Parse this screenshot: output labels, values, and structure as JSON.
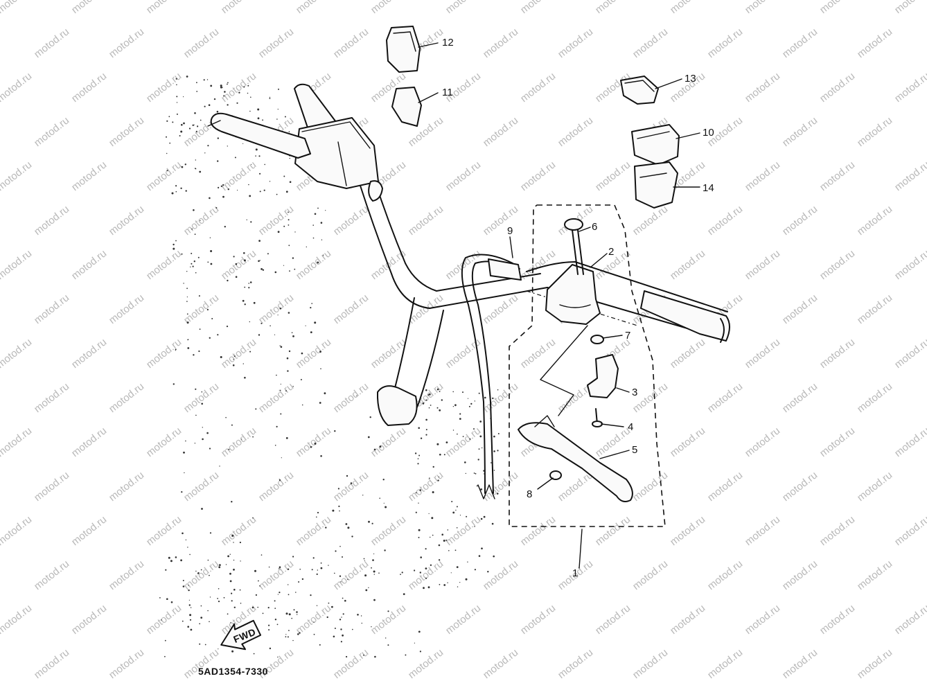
{
  "watermark": "motod.ru",
  "callouts": [
    "1",
    "2",
    "3",
    "4",
    "5",
    "6",
    "7",
    "8",
    "9",
    "10",
    "11",
    "12",
    "13",
    "14"
  ],
  "fwd_label": "FWD",
  "diagram_code": "5AD1354-7330"
}
